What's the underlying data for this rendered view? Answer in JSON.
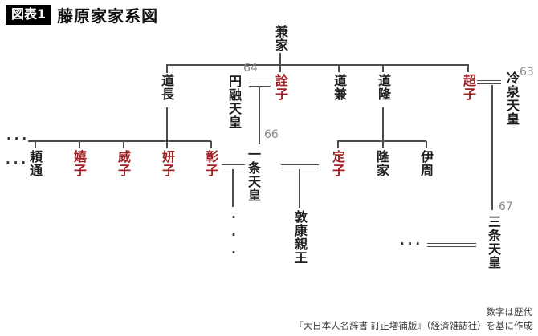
{
  "title": {
    "badge": "図表1",
    "text": "藤原家家系図"
  },
  "people": {
    "kaneie": "兼家",
    "michinaga": "道長",
    "enyu": "円融天皇",
    "senshi": "詮子",
    "michikane": "道兼",
    "michitaka": "道隆",
    "choshi": "超子",
    "reizei": "冷泉天皇",
    "yorimichi": "頼通",
    "kishi": "嬉子",
    "ishi": "威子",
    "kenshi": "妍子",
    "shoshi": "彰子",
    "ichijo": "一条天皇",
    "teishi": "定子",
    "takaie": "隆家",
    "korechika": "伊周",
    "atsuyasu": "敦康親王",
    "sanjo": "三条天皇"
  },
  "numbers": {
    "reizei": "63",
    "enyu": "64",
    "ichijo": "66",
    "sanjo": "67"
  },
  "ellipsis": {
    "h": "···",
    "v": "···"
  },
  "caption": {
    "line1": "数字は歴代",
    "line2": "『大日本人名辞書 訂正増補版』（経済雑誌社）を基に作成"
  },
  "colors": {
    "highlight_red": "#a21f24",
    "text_black": "#1f1f1f",
    "line": "#4d4d4d",
    "number_gray": "#8a8a8a",
    "badge_bg": "#000000",
    "badge_text": "#ffffff"
  }
}
